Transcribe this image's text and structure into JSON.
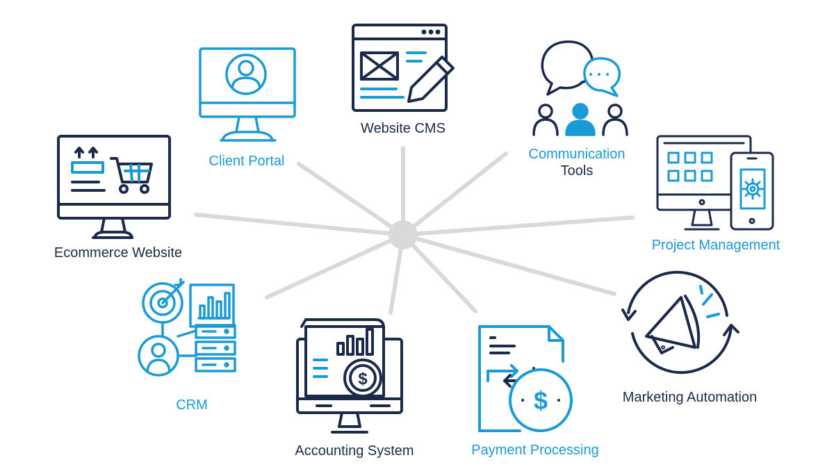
{
  "colors": {
    "navy": "#1b2a4a",
    "blue": "#1a9ad6",
    "hub": "#d9d9d9"
  },
  "nodes": [
    {
      "id": "website-cms",
      "label": "Website CMS",
      "color": "navy",
      "icon": "website-editor-icon"
    },
    {
      "id": "client-portal",
      "label": "Client Portal",
      "color": "blue",
      "icon": "monitor-user-icon"
    },
    {
      "id": "communication-tools",
      "label_line1": "Communication",
      "label_line2": "Tools",
      "color": "mixed",
      "icon": "chat-people-icon"
    },
    {
      "id": "ecommerce-website",
      "label": "Ecommerce Website",
      "color": "navy",
      "icon": "monitor-cart-icon"
    },
    {
      "id": "project-management",
      "label": "Project Management",
      "color": "blue",
      "icon": "monitor-phone-gear-icon"
    },
    {
      "id": "crm",
      "label": "CRM",
      "color": "blue",
      "icon": "target-user-database-icon"
    },
    {
      "id": "accounting-system",
      "label": "Accounting System",
      "color": "navy",
      "icon": "monitor-dollar-chart-icon"
    },
    {
      "id": "payment-processing",
      "label": "Payment Processing",
      "color": "blue",
      "icon": "document-dollar-exchange-icon"
    },
    {
      "id": "marketing-automation",
      "label": "Marketing Automation",
      "color": "navy",
      "icon": "megaphone-cycle-icon"
    }
  ]
}
